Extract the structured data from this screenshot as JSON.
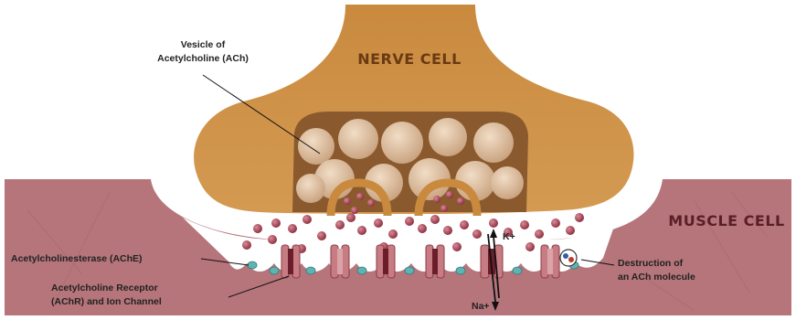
{
  "labels": {
    "nerve_cell": "NERVE CELL",
    "muscle_cell": "MUSCLE CELL",
    "vesicle_line1": "Vesicle of",
    "vesicle_line2": "Acetylcholine (ACh)",
    "ache": "Acetylcholinesterase (AChE)",
    "achr_line1": "Acetylcholine Receptor",
    "achr_line2": "(AChR) and Ion Channel",
    "destruction_line1": "Destruction of",
    "destruction_line2": "an ACh molecule",
    "k_ion": "K+",
    "na_ion": "Na+"
  },
  "colors": {
    "nerve": "#c98a3e",
    "nerve_dark": "#a9692a",
    "muscle": "#b5757a",
    "muscle_dark": "#9e5f65",
    "vesicle": "#d9b99a",
    "ach": "#9c3b4a",
    "receptor": "#c77b82",
    "ache_enzyme": "#5fb3b3"
  }
}
